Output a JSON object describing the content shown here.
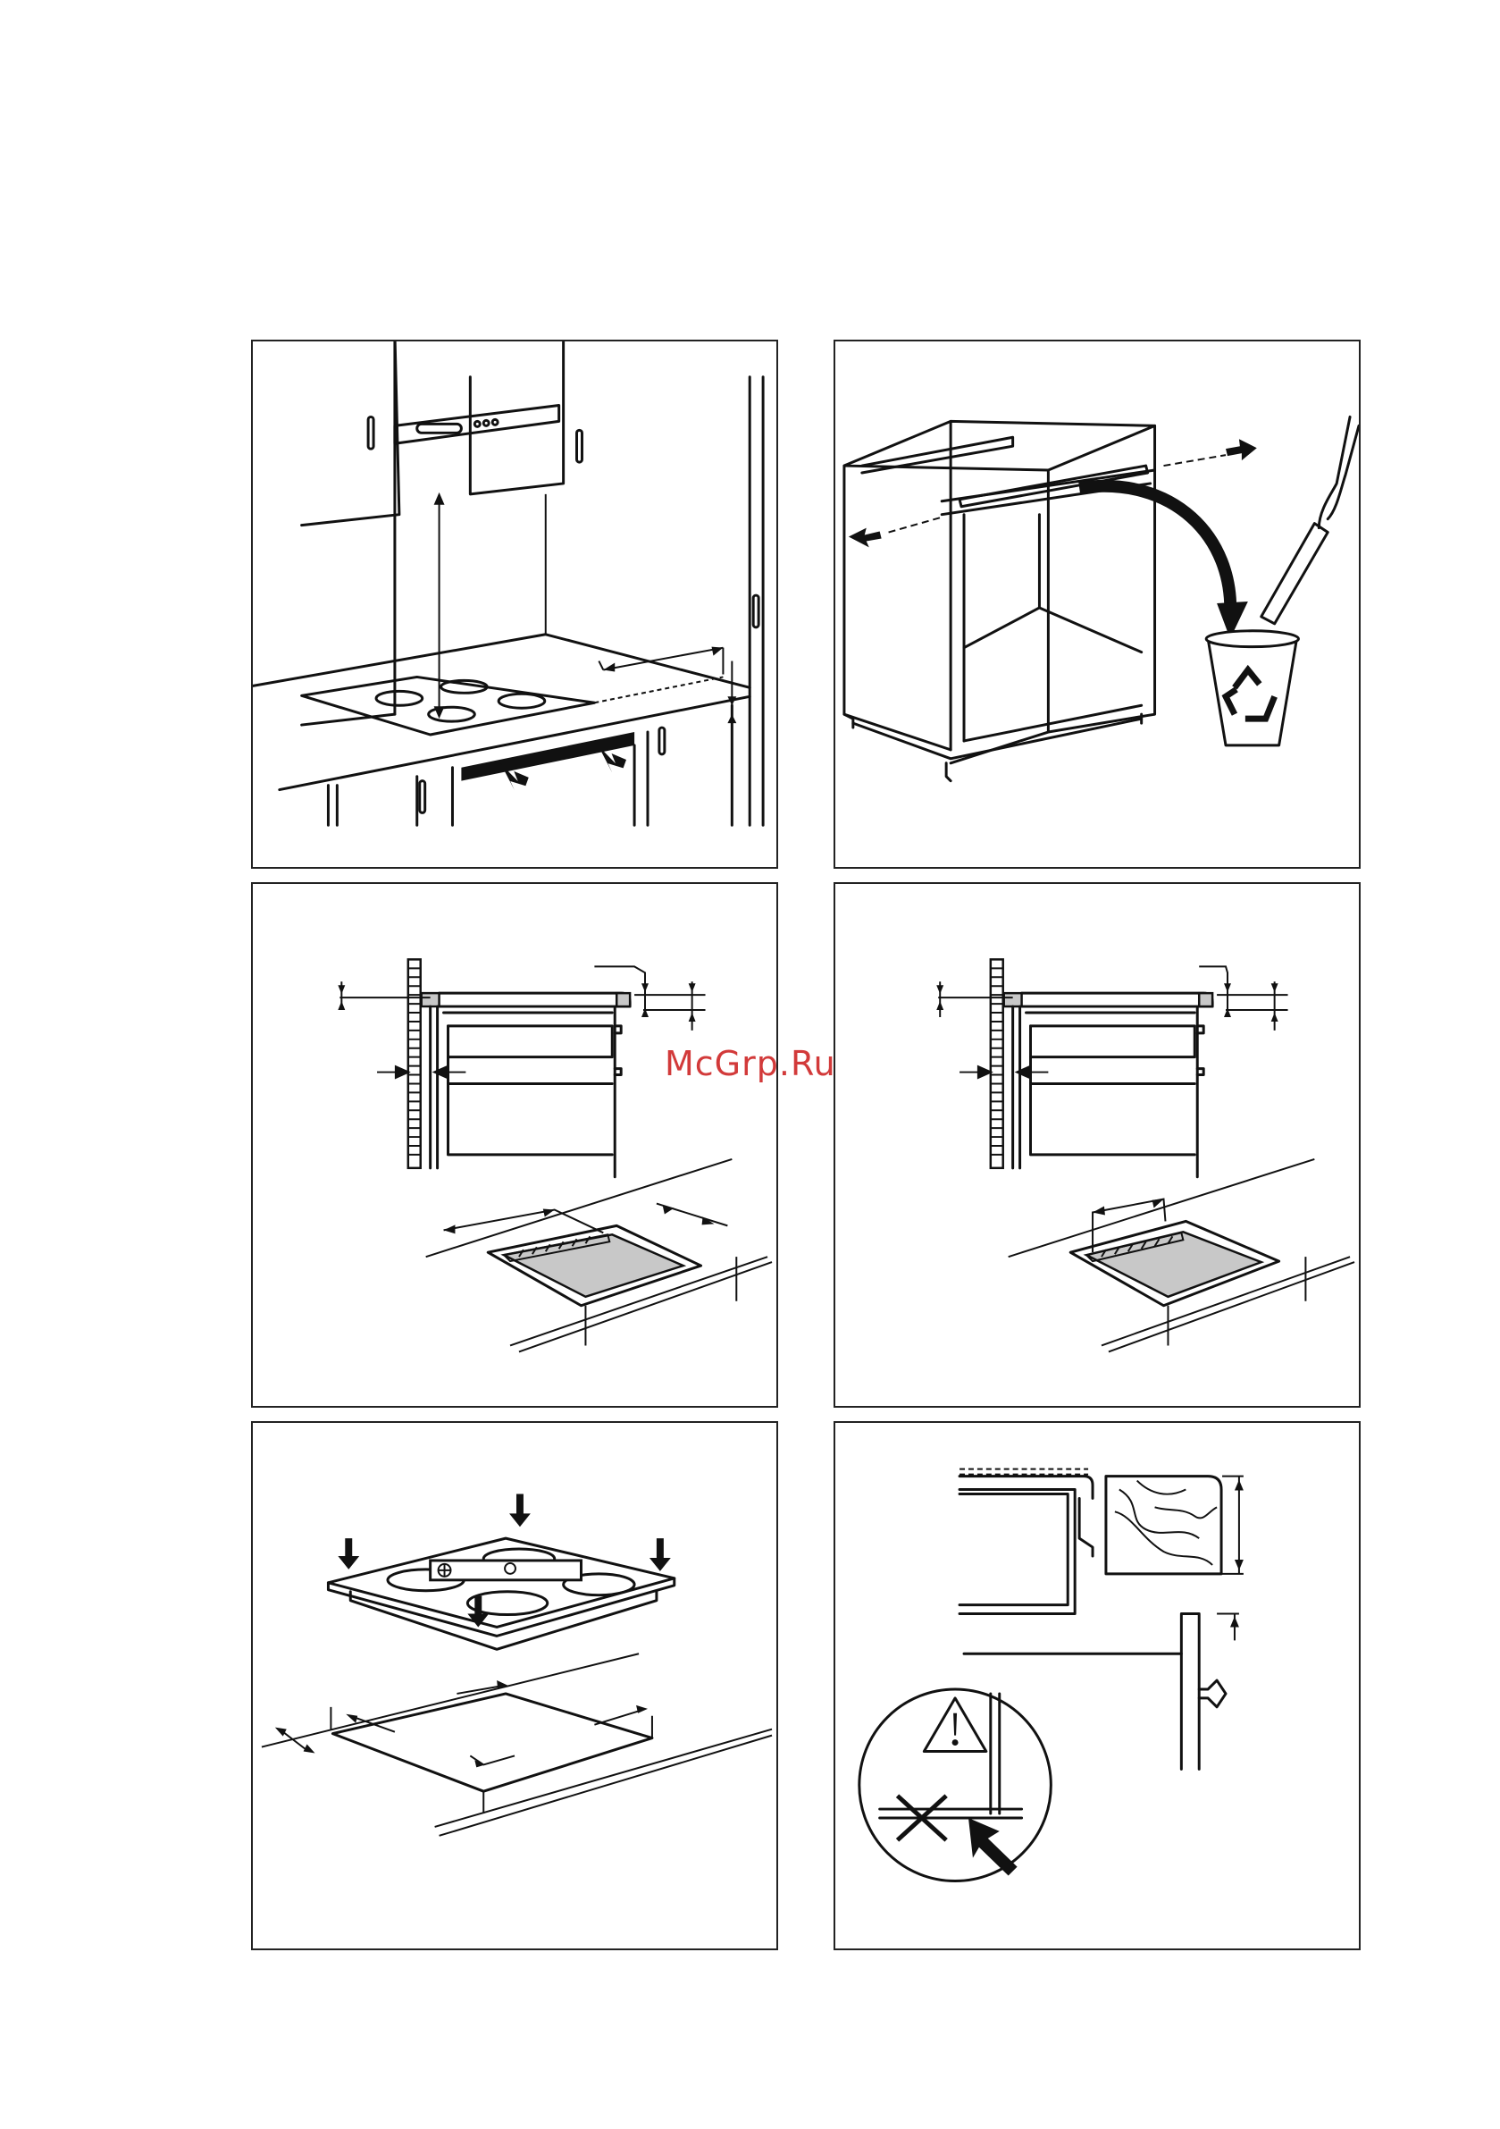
{
  "page": {
    "panels": [
      {
        "id": "p1",
        "name": "hob-position-under-hood"
      },
      {
        "id": "p2",
        "name": "cabinet-crossbar-removal"
      },
      {
        "id": "p3",
        "name": "hob-side-clearance-detail-left"
      },
      {
        "id": "p4",
        "name": "hob-side-clearance-detail-right"
      },
      {
        "id": "p5",
        "name": "hob-insertion-into-cutout"
      },
      {
        "id": "p6",
        "name": "worktop-edge-warning"
      }
    ],
    "icons": {
      "recycle": "recycle-bin-icon",
      "warning": "warning-triangle-icon",
      "do-not": "cross-mark-icon"
    }
  },
  "watermark": {
    "text": "McGrp.Ru",
    "color": "#d23a3a"
  }
}
